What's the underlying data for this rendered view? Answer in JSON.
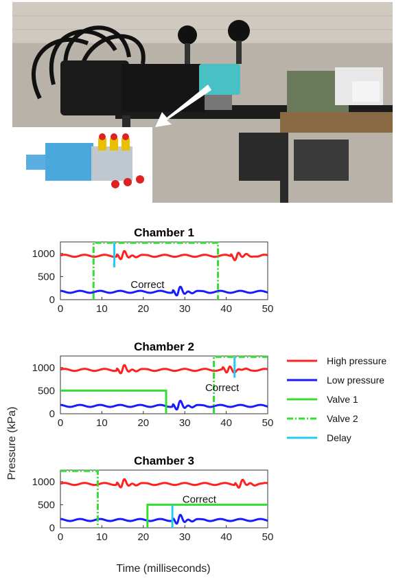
{
  "photo": {
    "description_icons": [
      "hydraulic-hoses",
      "motor",
      "pump",
      "pressure-sensors",
      "control-electronics",
      "pump-inset-render"
    ]
  },
  "legend": [
    {
      "label": "High pressure",
      "color": "#ff2020",
      "style": "solid"
    },
    {
      "label": "Low pressure",
      "color": "#1a1aff",
      "style": "solid"
    },
    {
      "label": "Valve 1",
      "color": "#33dd33",
      "style": "solid"
    },
    {
      "label": "Valve 2",
      "color": "#33dd33",
      "style": "dashdot"
    },
    {
      "label": "Delay",
      "color": "#22ccee",
      "style": "solid"
    }
  ],
  "axes": {
    "ylabel": "Pressure (kPa)",
    "xlabel": "Time (milliseconds)",
    "xticks": [
      0,
      10,
      20,
      30,
      40,
      50
    ],
    "yticks": [
      0,
      500,
      1000
    ]
  },
  "chart_data": [
    {
      "type": "line",
      "title": "Chamber 1",
      "annotation": {
        "text": "Correct",
        "x": 21,
        "y": 250
      },
      "xlim": [
        0,
        50
      ],
      "ylim": [
        0,
        1250
      ],
      "high_pressure": {
        "baseline": 950,
        "disturbances": [
          {
            "x": 15,
            "amp": 110
          },
          {
            "x": 42.5,
            "amp": 100
          }
        ]
      },
      "low_pressure": {
        "baseline": 170,
        "disturbances": [
          {
            "x": 28.5,
            "amp": 120
          }
        ]
      },
      "valve1": [],
      "valve2": [
        [
          8,
          0
        ],
        [
          8,
          1230
        ],
        [
          38,
          1230
        ],
        [
          38,
          0
        ]
      ],
      "delay": [
        [
          13,
          1230
        ],
        [
          13,
          700
        ]
      ]
    },
    {
      "type": "line",
      "title": "Chamber 2",
      "annotation": {
        "text": "Correct",
        "x": 39,
        "y": 490
      },
      "xlim": [
        0,
        50
      ],
      "ylim": [
        0,
        1250
      ],
      "high_pressure": {
        "baseline": 950,
        "disturbances": [
          {
            "x": 15,
            "amp": 110
          },
          {
            "x": 40.5,
            "amp": 100
          }
        ]
      },
      "low_pressure": {
        "baseline": 170,
        "disturbances": [
          {
            "x": 28.5,
            "amp": 120
          }
        ]
      },
      "valve1": [
        [
          0,
          500
        ],
        [
          25.5,
          500
        ],
        [
          25.5,
          0
        ]
      ],
      "valve2": [
        [
          37,
          0
        ],
        [
          37,
          1230
        ],
        [
          50,
          1230
        ]
      ],
      "delay": [
        [
          42,
          1230
        ],
        [
          42,
          780
        ]
      ]
    },
    {
      "type": "line",
      "title": "Chamber 3",
      "annotation": {
        "text": "Correct",
        "x": 33.5,
        "y": 540
      },
      "xlim": [
        0,
        50
      ],
      "ylim": [
        0,
        1250
      ],
      "high_pressure": {
        "baseline": 950,
        "disturbances": [
          {
            "x": 15,
            "amp": 110
          },
          {
            "x": 43.5,
            "amp": 100
          }
        ]
      },
      "low_pressure": {
        "baseline": 170,
        "disturbances": [
          {
            "x": 28.5,
            "amp": 120
          }
        ]
      },
      "valve1": [
        [
          21,
          0
        ],
        [
          21,
          500
        ],
        [
          50,
          500
        ]
      ],
      "valve2": [
        [
          0,
          1230
        ],
        [
          9,
          1230
        ],
        [
          9,
          0
        ]
      ],
      "delay": [
        [
          27,
          500
        ],
        [
          27,
          0
        ]
      ]
    }
  ]
}
